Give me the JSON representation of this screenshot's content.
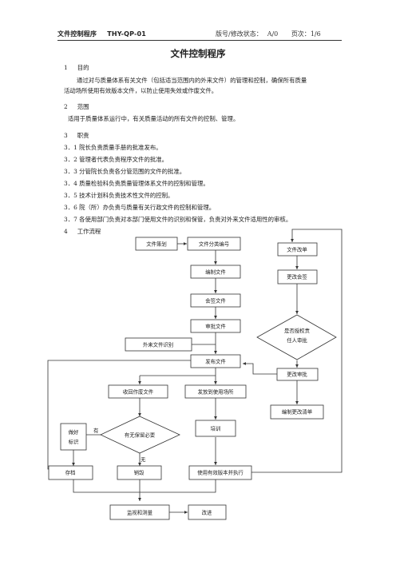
{
  "header": {
    "doc_name": "文件控制程序",
    "doc_code": "THY-QP-01",
    "version_label": "版号/修改状态：",
    "version_value": "A/0",
    "page_label": "页次：",
    "page_value": "1/6"
  },
  "title": "文件控制程序",
  "sections": {
    "purpose": {
      "num": "1",
      "heading": "目的",
      "line1": "通过对与质量体系有关文件（包括适当范围内的外来文件）的管理和控制，确保所有质量",
      "line2": "活动场所使用有效版本文件，以防止使用失效或作废文件。"
    },
    "scope": {
      "num": "2",
      "heading": "范围",
      "line1": "适用于质量体系运行中，有关质量活动的所有文件的控制、管理。"
    },
    "duty": {
      "num": "3",
      "heading": "职责",
      "items": [
        "3．1  院长负责质量手册的批准发布。",
        "3．2  管理者代表负责程序文件的批准。",
        "3．3  分管院长负责各分管范围的文件的批准。",
        "3．4  质量检验科负责质量管理体系文件的控制和管理。",
        "3．5  技术计划科负责技术性文件的控制。",
        "3．6  院（所）办负责与质量有关行政文件的控制和管理。",
        "3．7  各使用部门负责对本部门使用文件的识别和保管，负责对外来文件适用性的审核。"
      ]
    },
    "flow": {
      "num": "4",
      "heading": "工作流程"
    }
  },
  "flowchart": {
    "doc_plan": "文件策划",
    "doc_classify": "文件分类编号",
    "draft": "编制文件",
    "countersign": "会签文件",
    "approve": "审批文件",
    "external_identify": "外来文件识别",
    "publish": "发布文件",
    "recall_obsolete": "收回作废文件",
    "distribute": "发放到使用场所",
    "mark_identify": "做好\n标识",
    "need_keep": "有无保留必要",
    "yes_label": "有",
    "no_label": "无",
    "training": "培训",
    "archive": "存档",
    "destroy": "销毁",
    "use_valid": "使用有效版本并执行",
    "monitor": "监视和测量",
    "improve": "改进",
    "doc_change": "文件改单",
    "change_countersign": "更改会签",
    "authorized_approval": "是否授权责\n任人审批",
    "change_approve": "更改审批",
    "change_list": "编制更改清单"
  }
}
